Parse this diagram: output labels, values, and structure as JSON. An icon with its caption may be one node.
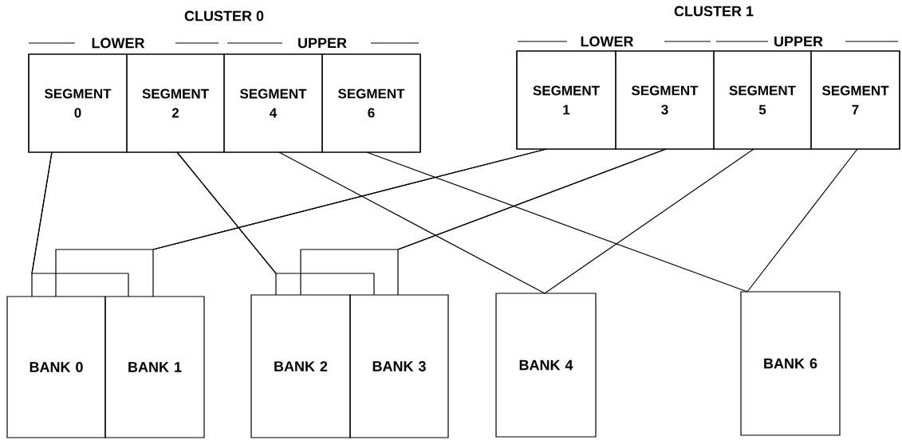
{
  "diagram": {
    "nodes": [
      {
        "text": [
          "CLUSTER 0"
        ]
      },
      {
        "text": [
          "SEGMENT 0"
        ],
        "in": 0
      },
      {
        "text": [
          "SEGMENT 2"
        ],
        "in": 0
      },
      {
        "text": [
          "SEGMENT 4"
        ],
        "in": 0
      },
      {
        "text": [
          "SEGMENT 6"
        ],
        "in": 0
      },
      {
        "text": [
          "CLUSTER 1"
        ]
      },
      {
        "text": [
          "SEGMENT 1"
        ],
        "in": 5
      },
      {
        "text": [
          "SEGMENT 3"
        ],
        "in": 5
      },
      {
        "text": [
          "SEGMENT 5"
        ],
        "in": 5
      },
      {
        "text": [
          "SEGMENT 7"
        ],
        "in": 5
      },
      {
        "text": [
          "BANK 0"
        ]
      },
      {
        "text": [
          "BANK 1"
        ]
      },
      {
        "text": [
          "BANK 2"
        ]
      },
      {
        "text": [
          "BANK 3"
        ]
      },
      {
        "text": [
          "BANK 4"
        ]
      },
      {
        "text": [
          "BANK 6"
        ]
      }
    ],
    "edges": [
      {
        "from": 1,
        "to": 10,
        "arrow": "none"
      },
      {
        "from": 1,
        "to": 11,
        "arrow": "none"
      },
      {
        "from": 6,
        "to": 10,
        "arrow": "none"
      },
      {
        "from": 6,
        "to": 11,
        "arrow": "none"
      },
      {
        "from": 2,
        "to": 12,
        "arrow": "none"
      },
      {
        "from": 2,
        "to": 13,
        "arrow": "none"
      },
      {
        "from": 7,
        "to": 12,
        "arrow": "none"
      },
      {
        "from": 7,
        "to": 13,
        "arrow": "none"
      },
      {
        "from": 3,
        "to": 14,
        "arrow": "none"
      },
      {
        "from": 4,
        "to": 15,
        "arrow": "none"
      },
      {
        "from": 8,
        "to": 14,
        "arrow": "none"
      },
      {
        "from": 9,
        "to": 15,
        "arrow": "none"
      }
    ],
    "labels": [
      "LOWER",
      "UPPER",
      "LOWER",
      "UPPER"
    ]
  }
}
